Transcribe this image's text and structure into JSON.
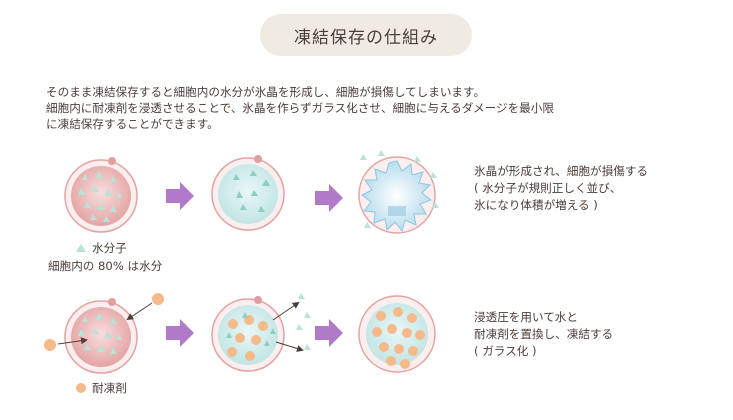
{
  "title": "凍結保存の仕組み",
  "intro": [
    "そのまま凍結保存すると細胞内の水分が氷晶を形成し、細胞が損傷してしまいます。",
    "細胞内に耐凍剤を浸透させることで、氷晶を作らずガラス化させ、細胞に与えるダメージを最小限",
    "に凍結保存することができます。"
  ],
  "row1": {
    "legend_water": "水分子",
    "legend_percent": "細胞内の 80% は水分",
    "note": [
      "氷晶が形成され、細胞が損傷する",
      "( 水分子が規則正しく並び、",
      "氷になり体積が増える )"
    ]
  },
  "row2": {
    "legend_cryo": "耐凍剤",
    "note": [
      "浸透圧を用いて水と",
      "耐凍剤を置換し、凍結する",
      "( ガラス化 )"
    ]
  },
  "colors": {
    "cell_membrane": "#e4a3a3",
    "cell_pink_fill": "#e9b0b0",
    "cell_aqua_fill": "#d7efef",
    "water_molecule": "#b8e3d6",
    "cryoprotectant": "#f6b98a",
    "arrow": "#b07ac9",
    "ice": "#a9d6ea"
  }
}
